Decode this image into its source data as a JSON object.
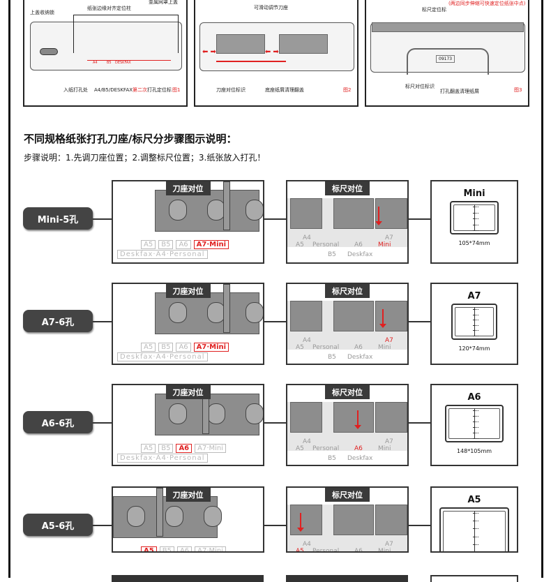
{
  "figures": [
    {
      "caption": "图1",
      "labels": [
        "上盖收纳锁",
        "纸张边缘对齐定位柱",
        "金属网罩上盖",
        "入纸打孔处"
      ],
      "bottom_label": "A4/B5/DESKFAX",
      "bottom_label_red": "第二次",
      "bottom_label_end": "打孔定位标",
      "marks": [
        "A4",
        "B5",
        "DESKFAX"
      ]
    },
    {
      "caption": "图2",
      "labels": [
        "可滑动调节刀座",
        "刀座对位标识",
        "底座纸屑清理翻盖"
      ]
    },
    {
      "caption": "图3",
      "labels": [
        "标尺定位标",
        "(两边同步伸缩可快速定位纸张中点)",
        "标尺对位标识",
        "打孔翻盖清理纸屑"
      ],
      "model": "09173"
    }
  ],
  "section_title": "不同规格纸张打孔刀座/标尺分步骤图示说明：",
  "steps_text": "步骤说明：1.先调刀座位置；2.调整标尺位置；3.纸张放入打孔！",
  "panel_titles": {
    "knife": "刀座对位",
    "ruler": "标尺对位"
  },
  "knife_labels": [
    "A5",
    "B5",
    "A6",
    "A7·Mini"
  ],
  "knife_bottom": "Deskfax·A4·Personal",
  "ruler_labels": {
    "a4": "A4",
    "a5": "A5",
    "personal": "Personal",
    "b5": "B5",
    "a6": "A6",
    "deskfax": "Deskfax",
    "a7": "A7",
    "mini": "Mini"
  },
  "rows": [
    {
      "label": "Mini-5孔",
      "knife_active": 3,
      "ruler_active": "mini",
      "size": "Mini",
      "dims": "105*74mm",
      "holes": 5
    },
    {
      "label": "A7-6孔",
      "knife_active": 3,
      "ruler_active": "a7",
      "size": "A7",
      "dims": "120*74mm",
      "holes": 6
    },
    {
      "label": "A6-6孔",
      "knife_active": 2,
      "ruler_active": "a6",
      "size": "A6",
      "dims": "148*105mm",
      "holes": 6
    },
    {
      "label": "A5-6孔",
      "knife_active": 0,
      "ruler_active": "a5",
      "size": "A5",
      "dims": "",
      "holes": 6
    }
  ],
  "colors": {
    "accent": "#e02020",
    "pill": "#444444"
  }
}
